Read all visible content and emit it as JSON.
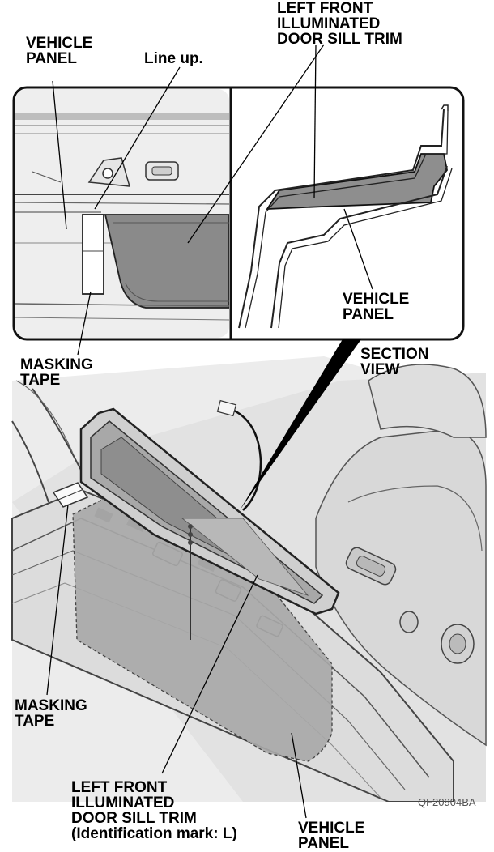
{
  "callouts": {
    "top_vehicle_panel": "VEHICLE\nPANEL",
    "line_up": "Line up.",
    "top_trim": "LEFT FRONT\nILLUMINATED\nDOOR SILL TRIM",
    "section_vehicle_panel": "VEHICLE\nPANEL",
    "top_masking_tape": "MASKING\nTAPE",
    "section_view": "SECTION\nVIEW",
    "bottom_masking_tape": "MASKING\nTAPE",
    "bottom_trim": "LEFT FRONT\nILLUMINATED\nDOOR SILL TRIM\n(Identification mark: L)",
    "bottom_vehicle_panel": "VEHICLE\nPANEL"
  },
  "figure_code": "QF20904BA",
  "identification_mark": "L"
}
